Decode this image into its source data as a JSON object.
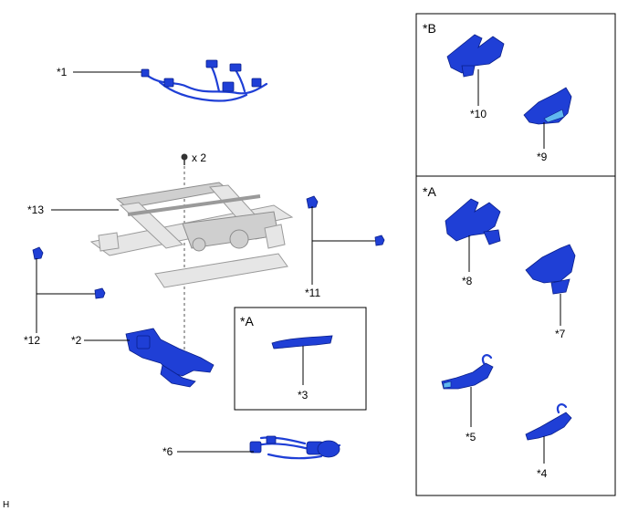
{
  "panels": {
    "b_label": "*B",
    "a_label": "*A",
    "inset_a_label": "*A"
  },
  "callouts": {
    "c1": "*1",
    "c2": "*2",
    "c3": "*3",
    "c4": "*4",
    "c5": "*5",
    "c6": "*6",
    "c7": "*7",
    "c8": "*8",
    "c9": "*9",
    "c10": "*10",
    "c11": "*11",
    "c12": "*12",
    "c13": "*13"
  },
  "bolt_qty": "x 2",
  "footer_mark": "H",
  "colors": {
    "part_blue": "#1f3fd6",
    "part_light_blue": "#5fb7f0",
    "frame_gray": "#e6e6e6"
  }
}
